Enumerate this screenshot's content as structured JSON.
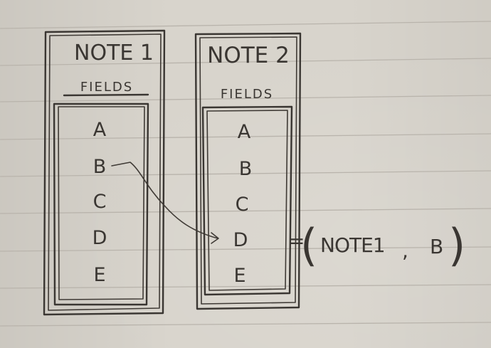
{
  "notes": [
    {
      "title": "NOTE 1",
      "fields_header": "FIELDS",
      "fields": [
        "A",
        "B",
        "C",
        "D",
        "E"
      ]
    },
    {
      "title": "NOTE 2",
      "fields_header": "FIELDS",
      "fields": [
        "A",
        "B",
        "C",
        "D",
        "E"
      ]
    }
  ],
  "reference": {
    "equals": "=",
    "open_paren": "(",
    "note": "NOTE1",
    "separator": ",",
    "field": "B",
    "close_paren": ")"
  },
  "colors": {
    "paper": "#d8d4cc",
    "ink": "#3a3632",
    "rule_lines": "#b9b4ac"
  }
}
